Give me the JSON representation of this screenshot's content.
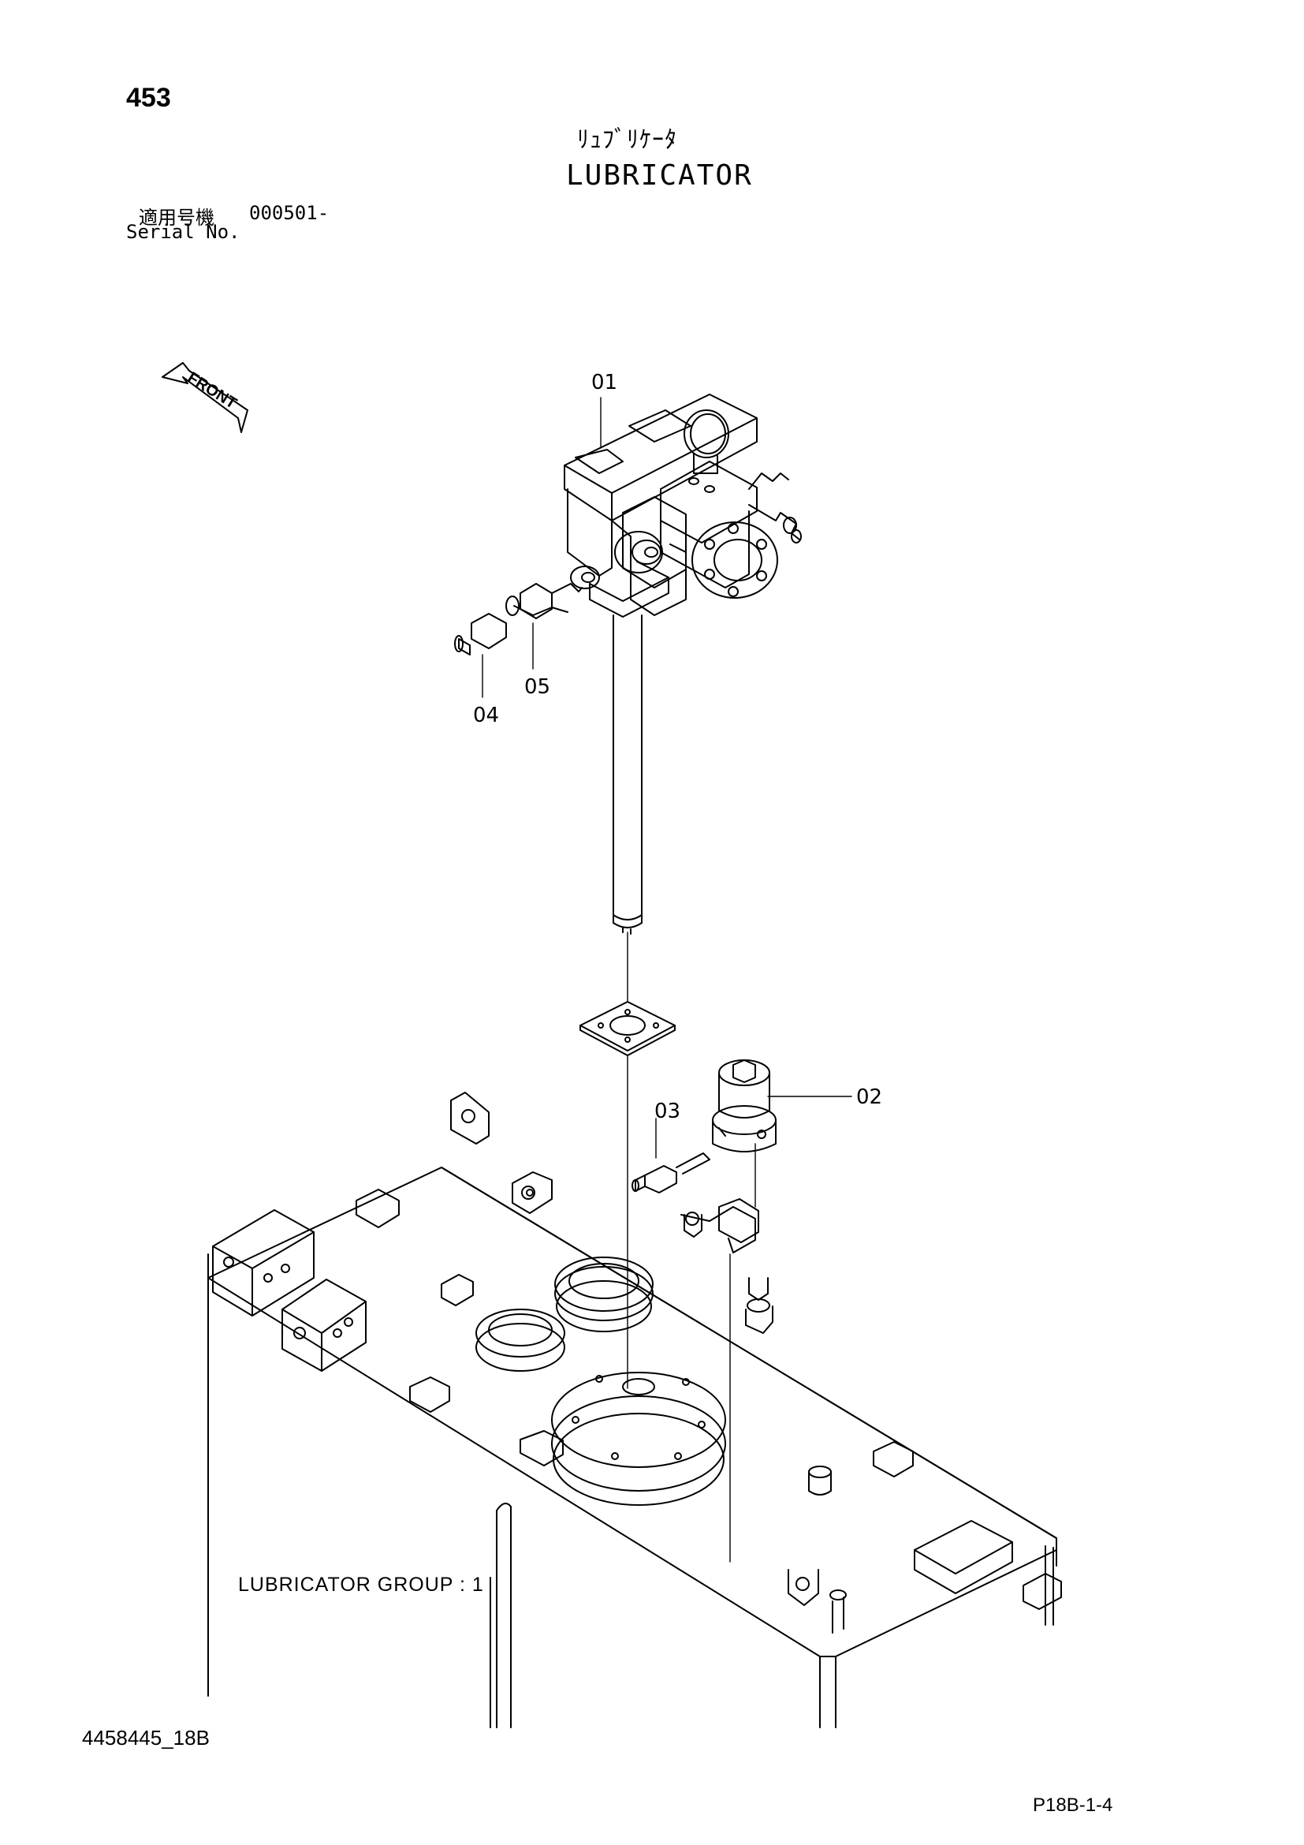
{
  "header": {
    "page_number": "453",
    "title_jp": "ﾘｭﾌﾞﾘｹｰﾀ",
    "title_en": "LUBRICATOR",
    "serial_label_jp": "適用号機",
    "serial_value": "000501-",
    "serial_label_en": "Serial No."
  },
  "diagram": {
    "front_arrow_label": "FRONT",
    "callouts": {
      "c01": "01",
      "c02": "02",
      "c03": "03",
      "c04": "04",
      "c05": "05"
    },
    "group_label": "LUBRICATOR  GROUP : 1"
  },
  "footer": {
    "drawing_number": "4458445_18B",
    "page_code": "P18B-1-4"
  }
}
